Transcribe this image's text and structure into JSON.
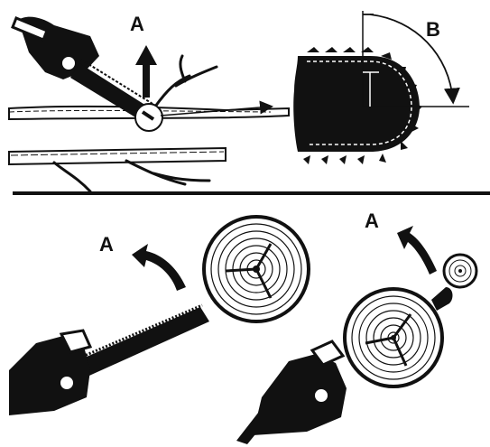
{
  "labels": {
    "a_top": "A",
    "b_top": "B",
    "a_bottom_left": "A",
    "a_bottom_right": "A"
  },
  "colors": {
    "ink": "#111111",
    "paper": "#ffffff"
  }
}
